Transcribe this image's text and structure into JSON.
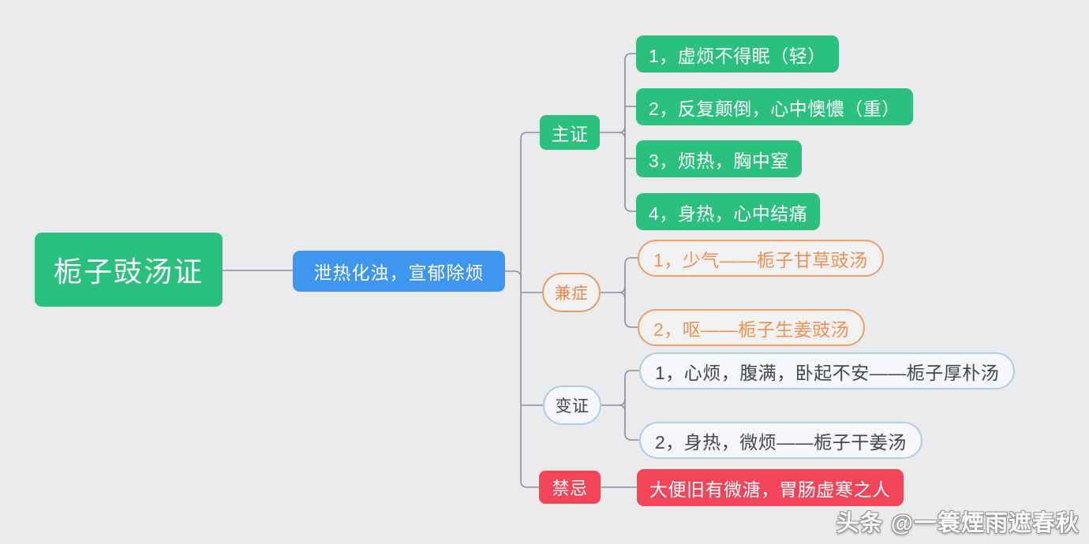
{
  "diagram": {
    "title": "栀子豉汤证思维导图",
    "background_color": "#ebebed",
    "root": {
      "label": "栀子豉汤证",
      "color": "#2bc07e"
    },
    "method": {
      "label": "泄热化浊，宣郁除烦",
      "color": "#3f96ef"
    },
    "branches": [
      {
        "key": "zhuzheng",
        "label": "主证",
        "color": "#2bc07e",
        "style": "filled-green",
        "items": [
          {
            "label": "1，虚烦不得眠（轻）"
          },
          {
            "label": "2，反复颠倒，心中懊憹（重）"
          },
          {
            "label": "3，烦热，胸中窒"
          },
          {
            "label": "4，身热，心中结痛"
          }
        ]
      },
      {
        "key": "jianzheng",
        "label": "兼症",
        "color": "#e89a62",
        "style": "outline-orange",
        "items": [
          {
            "label": "1，少气——栀子甘草豉汤"
          },
          {
            "label": "2，呕——栀子生姜豉汤"
          }
        ]
      },
      {
        "key": "bianzheng",
        "label": "变证",
        "color": "#afcbe6",
        "style": "outline-blue",
        "items": [
          {
            "label": "1，心烦，腹满，卧起不安——栀子厚朴汤"
          },
          {
            "label": "2，身热，微烦——栀子干姜汤"
          }
        ]
      },
      {
        "key": "jinji",
        "label": "禁忌",
        "color": "#f2455a",
        "style": "filled-red",
        "items": [
          {
            "label": "大便旧有微溏，胃肠虚寒之人"
          }
        ]
      }
    ],
    "connector_color": "#8d9096",
    "watermark": "头条 @一簑煙雨遮春秋"
  }
}
